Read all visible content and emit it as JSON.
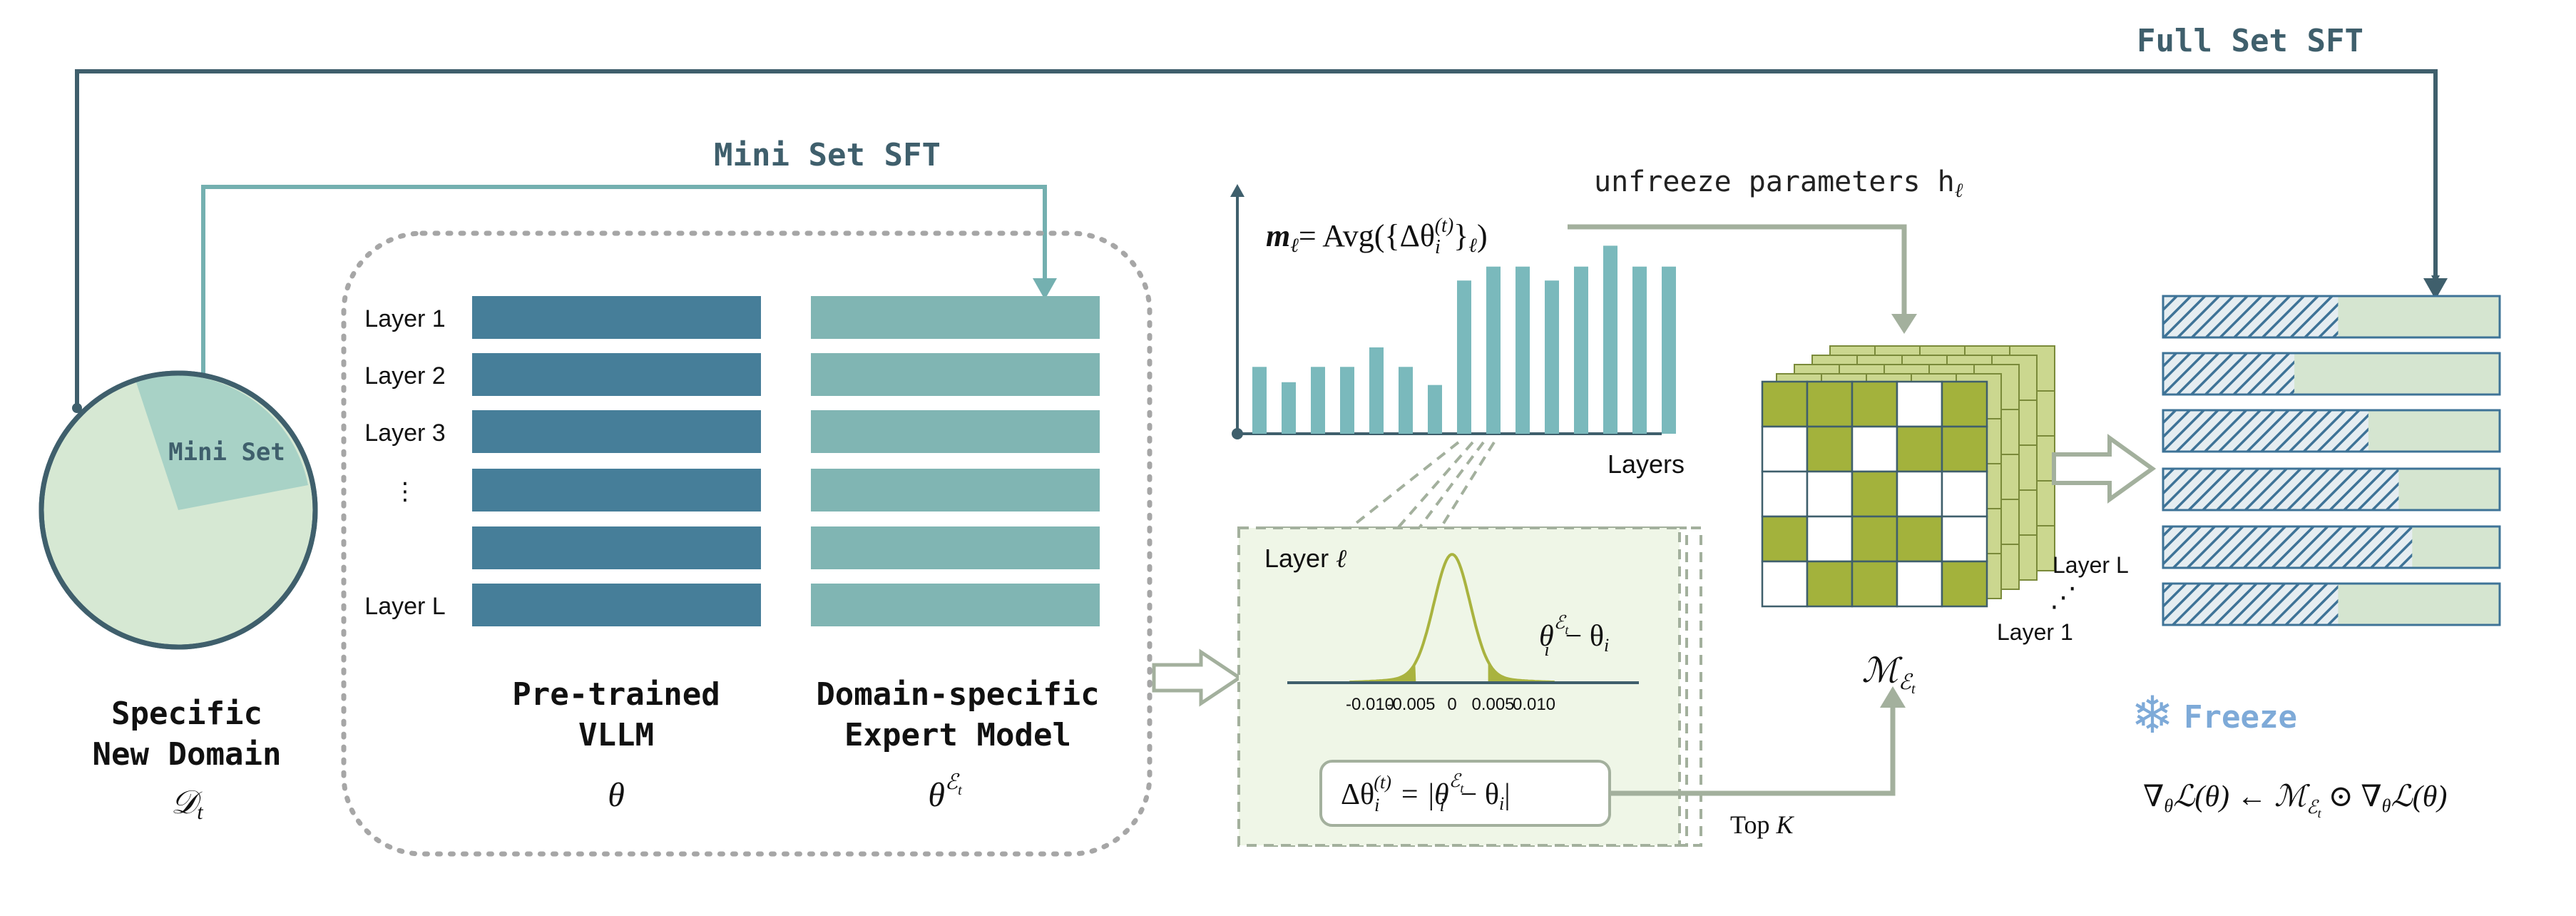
{
  "colors": {
    "dark_slate": "#3f5f6c",
    "teal_light": "#74b0b0",
    "pie_fill": "#d6e8d3",
    "pie_mini": "#a8d2c6",
    "layer_dark": "#467e99",
    "layer_light": "#80b5b3",
    "bar": "#7ab9bc",
    "gray_arrow": "#a3b09d",
    "olive": "#a3b23c",
    "grid_pale": "#cbd78f",
    "green_box_bg": "#eff6e7",
    "hatch_blue": "#3e7397",
    "bar_right_bg": "#d5e5d0",
    "freeze_blue": "#7eaad8",
    "curve": "#a9b33f"
  },
  "top_labels": {
    "full_set": "Full Set SFT",
    "mini_set": "Mini Set SFT",
    "unfreeze": "unfreeze parameters h",
    "unfreeze_sub": "ℓ"
  },
  "pie": {
    "mini_label": "Mini Set",
    "title_line1": "Specific",
    "title_line2": "New Domain",
    "symbol": "𝒟",
    "symbol_sub": "t"
  },
  "layer_labels": [
    "Layer 1",
    "Layer 2",
    "Layer 3",
    "⋮",
    "",
    "Layer L"
  ],
  "models": {
    "pretrained_line1": "Pre-trained",
    "pretrained_line2": "VLLM",
    "pretrained_symbol": "θ",
    "expert_line1": "Domain-specific",
    "expert_line2": "Expert Model",
    "expert_symbol": "θ",
    "expert_symbol_sup": "ℰ",
    "expert_symbol_sup_sub": "t"
  },
  "chart_data": {
    "type": "bar",
    "title_formula_lhs": "m",
    "title_formula_lhs_sub": "ℓ",
    "title_formula_rhs": "= Avg({Δθ",
    "title_formula_rhs_sub": "i",
    "title_formula_rhs_sup": "(t)",
    "title_formula_tail": "}",
    "title_formula_tail_sub": "ℓ",
    "title_formula_close": ")",
    "xlabel": "Layers",
    "values": [
      0.48,
      0.37,
      0.48,
      0.48,
      0.62,
      0.48,
      0.35,
      1.1,
      1.2,
      1.2,
      1.1,
      1.2,
      1.35,
      1.2,
      1.2
    ],
    "ylim": [
      0,
      2.1
    ]
  },
  "distribution": {
    "layer_label": "Layer",
    "layer_label_sym": "ℓ",
    "ticks": [
      "-0.010",
      "-0.005",
      "0",
      "0.005",
      "0.010"
    ],
    "curve_label_base": "θ",
    "curve_label_sup": "ℰ",
    "curve_label_sup_sub": "t",
    "curve_label_sub": "i",
    "curve_label_rhs": "− θ",
    "curve_label_rhs_sub": "i",
    "delta_lhs": "Δθ",
    "delta_lhs_sub": "i",
    "delta_lhs_sup": "(t)",
    "delta_eq": "=",
    "delta_rhs_a": "θ",
    "delta_rhs_a_sup": "ℰ",
    "delta_rhs_a_sup_sub": "t",
    "delta_rhs_a_sub": "i",
    "delta_rhs_minus": "− θ",
    "delta_rhs_b_sub": "i"
  },
  "mask": {
    "topk_a": "Top",
    "topk_b": "K",
    "layer_l": "Layer L",
    "layer_1": "Layer 1",
    "dots": "⋰",
    "symbol": "ℳ",
    "symbol_sub": "ℰ",
    "symbol_sub_sub": "t",
    "pattern": [
      [
        1,
        1,
        1,
        0,
        1
      ],
      [
        0,
        1,
        0,
        1,
        1
      ],
      [
        0,
        0,
        1,
        0,
        0
      ],
      [
        1,
        0,
        1,
        1,
        0
      ],
      [
        0,
        1,
        1,
        0,
        1
      ]
    ]
  },
  "right": {
    "fill_fractions": [
      0.52,
      0.39,
      0.61,
      0.7,
      0.74,
      0.52
    ],
    "freeze_label": "Freeze",
    "snowflake": "❄",
    "update_rule": "∇",
    "update_rule_sub": "θ",
    "update_rule_a": "ℒ(θ) ← ℳ",
    "update_rule_a_sub": "ℰ",
    "update_rule_a_sub_sub": "t",
    "update_rule_b": "⊙ ∇",
    "update_rule_b_sub": "θ",
    "update_rule_c": "ℒ(θ)"
  }
}
